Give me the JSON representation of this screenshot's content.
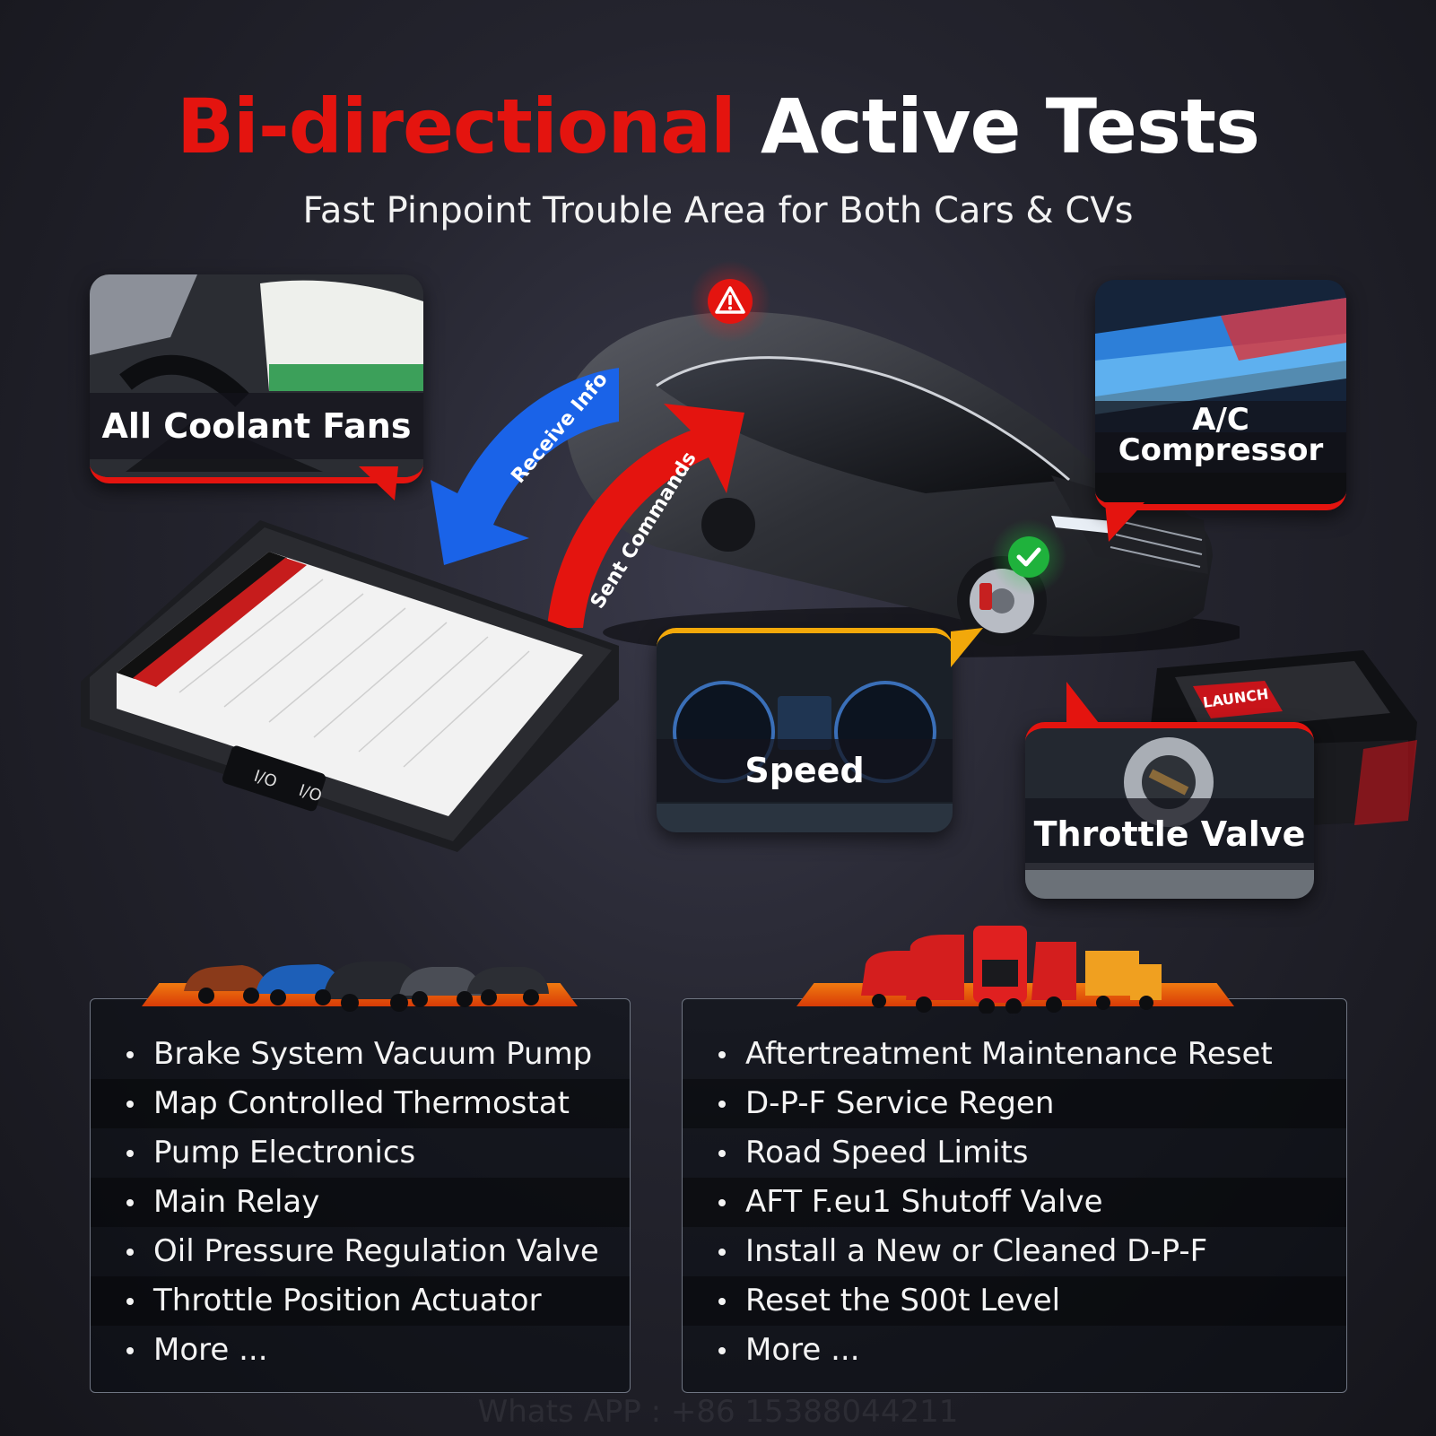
{
  "title": {
    "highlight": "Bi-directional",
    "rest": "Active Tests"
  },
  "subtitle": "Fast Pinpoint Trouble Area for Both Cars & CVs",
  "arrows": {
    "receive": "Receive Info",
    "sent": "Sent Commands"
  },
  "tablet": {
    "button_1": "I/O",
    "button_2": "I/O"
  },
  "cards": {
    "coolant": "All Coolant Fans",
    "ac_line1": "A/C",
    "ac_line2": "Compressor",
    "speed": "Speed",
    "throttle": "Throttle Valve"
  },
  "obd_brand": "LAUNCH",
  "cars_list": [
    "Brake System Vacuum Pump",
    "Map Controlled Thermostat",
    "Pump Electronics",
    "Main Relay",
    "Oil Pressure Regulation Valve",
    "Throttle Position Actuator",
    "More ..."
  ],
  "trucks_list": [
    "Aftertreatment Maintenance Reset",
    "D-P-F Service Regen",
    "Road Speed Limits",
    "AFT F.eu1 Shutoff Valve",
    "Install a New or Cleaned D-P-F",
    "Reset the S00t Level",
    "More ..."
  ],
  "watermark": "Whats APP : +86 15388044211",
  "colors": {
    "accent_red": "#e4140f",
    "arrow_blue": "#1a63e8",
    "platform_orange": "#f07a10",
    "check_green": "#1fb23c"
  },
  "icons": [
    "warning-icon",
    "check-icon"
  ]
}
